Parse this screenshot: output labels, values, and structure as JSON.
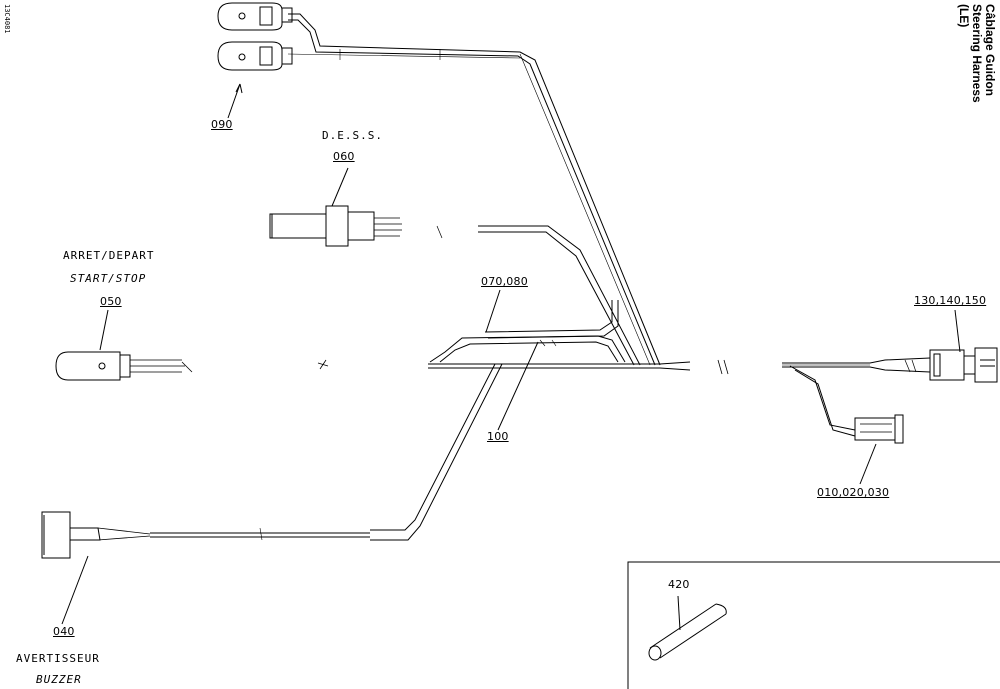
{
  "title": {
    "line1": "Câblage Guidon",
    "line2": "Steering Harness",
    "line3": "(LE)"
  },
  "figure_code": "13C4081",
  "parts": {
    "p090": "090",
    "p060": "060",
    "p060_caption": "D.E.S.S.",
    "p050": "050",
    "p050_caption_fr": "ARRET/DEPART",
    "p050_caption_en": "START/STOP",
    "p070_080": "070,080",
    "p100": "100",
    "p130_140_150": "130,140,150",
    "p010_020_030": "010,020,030",
    "p040": "040",
    "p040_caption_fr": "AVERTISSEUR",
    "p040_caption_en": "BUZZER",
    "p420": "420"
  }
}
